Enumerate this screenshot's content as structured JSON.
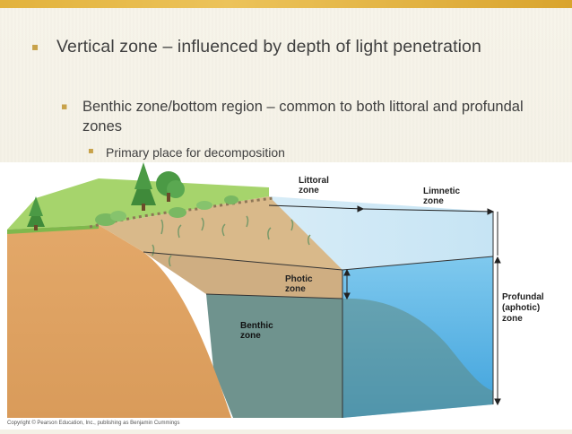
{
  "slide": {
    "bullets": {
      "level1": "Vertical zone – influenced by depth of light penetration",
      "level2": "Benthic zone/bottom region – common to both littoral and profundal zones",
      "level3": "Primary place for decomposition"
    }
  },
  "diagram": {
    "labels": {
      "littoral": "Littoral\nzone",
      "limnetic": "Limnetic\nzone",
      "photic": "Photic\nzone",
      "benthic": "Benthic\nzone",
      "profundal": "Profundal\n(aphotic)\nzone"
    },
    "copyright": "Copyright © Pearson Education, Inc., publishing as Benjamin Cummings"
  },
  "colors": {
    "accent": "#e2b23c",
    "text": "#404040",
    "bullet": "#c8a24a",
    "water_light": "#cfe8f5",
    "water_deep": "#6d948c",
    "sediment": "#d9b98a",
    "grass": "#9fd06a"
  }
}
